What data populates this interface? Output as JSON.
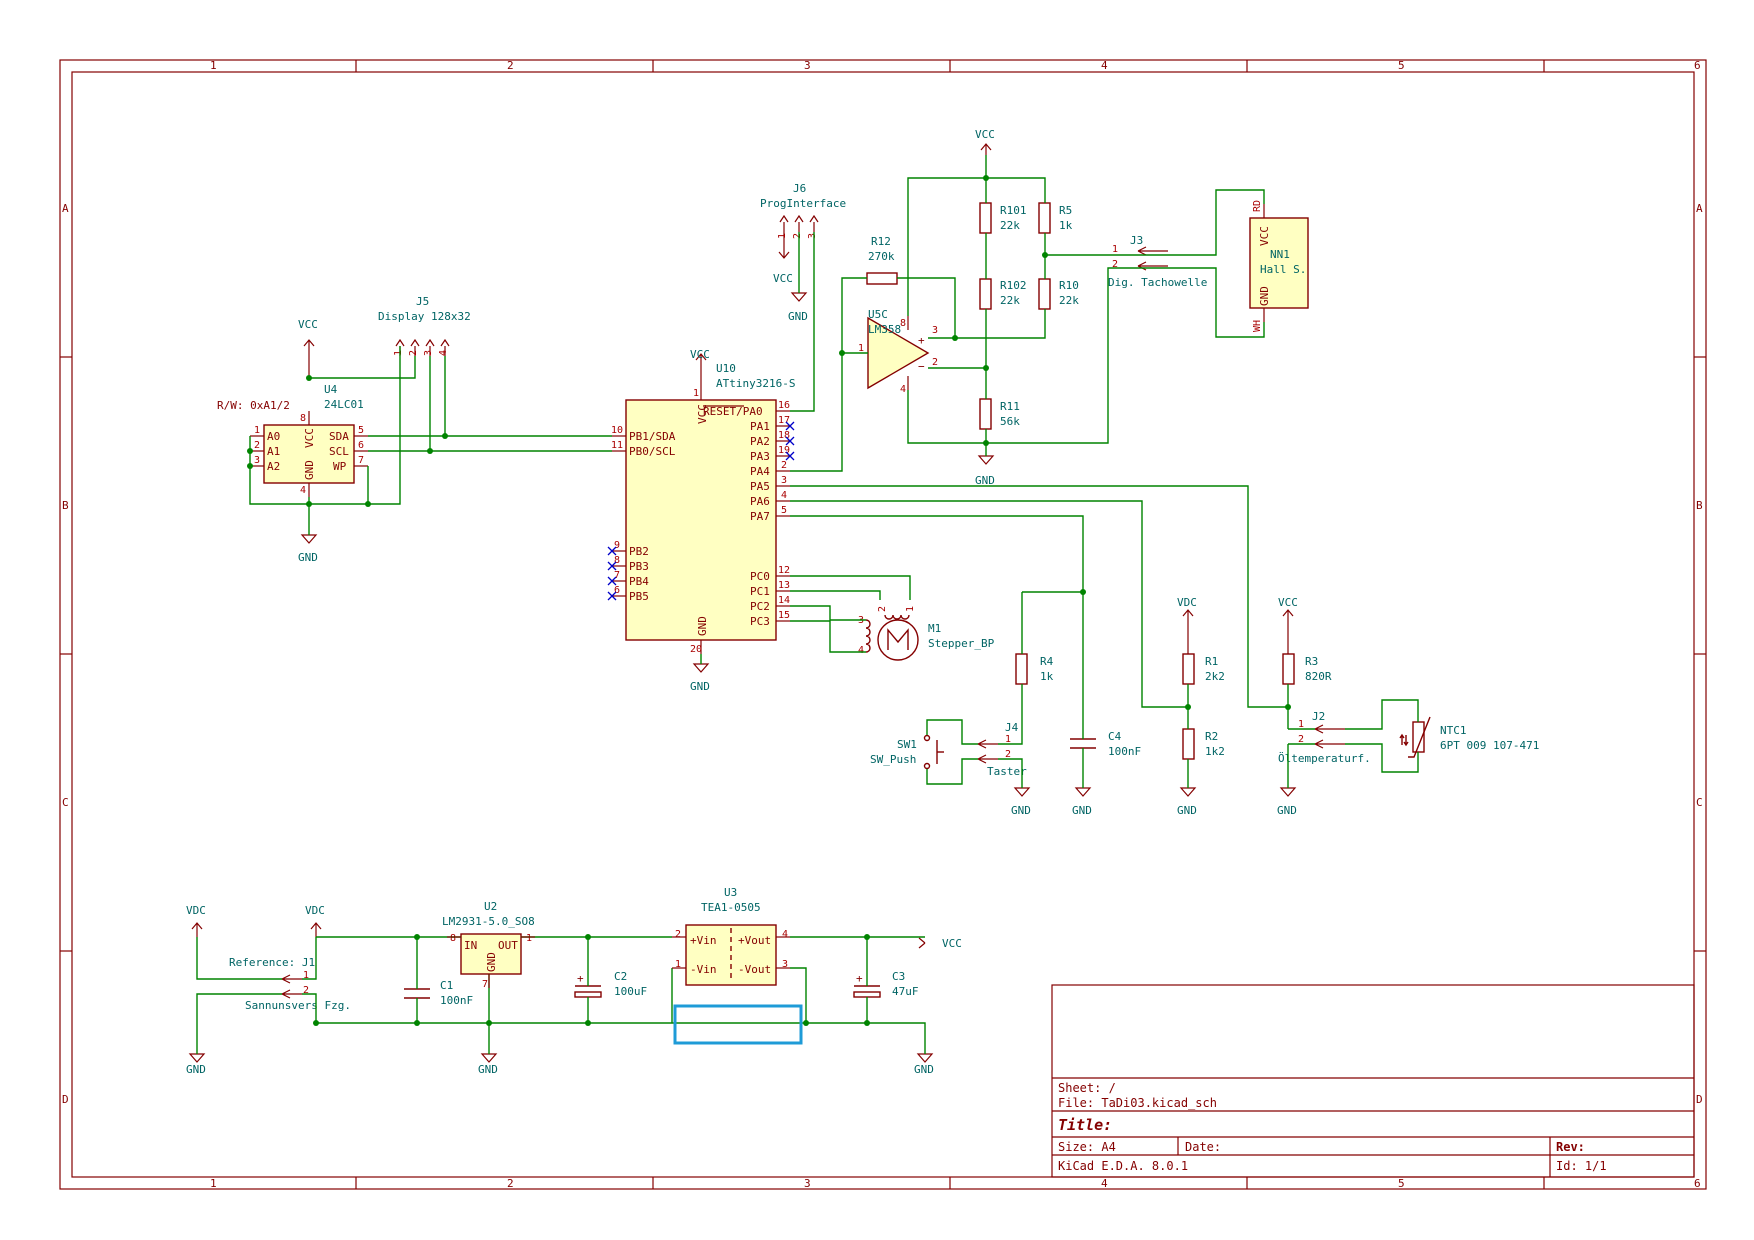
{
  "frame": {
    "columns": [
      "1",
      "2",
      "3",
      "4",
      "5",
      "6"
    ],
    "rows": [
      "A",
      "B",
      "C",
      "D"
    ]
  },
  "title_block": {
    "sheet": "Sheet: /",
    "file": "File: TaDi03.kicad_sch",
    "title": "Title:",
    "size": "Size: A4",
    "date": "Date:",
    "rev": "Rev:",
    "tool": "KiCad E.D.A. 8.0.1",
    "id": "Id: 1/1"
  },
  "labels": {
    "vcc": "VCC",
    "gnd": "GND",
    "vdc": "VDC",
    "r_w": "R/W: 0xA1/2"
  },
  "u4": {
    "ref": "U4",
    "value": "24LC01",
    "pins": {
      "a0": "A0",
      "a1": "A1",
      "a2": "A2",
      "vcc": "VCC",
      "gnd": "GND",
      "sda": "SDA",
      "scl": "SCL",
      "wp": "WP"
    },
    "nums": {
      "a0": "1",
      "a1": "2",
      "a2": "3",
      "vcc": "8",
      "gnd": "4",
      "sda": "5",
      "scl": "6",
      "wp": "7"
    }
  },
  "j5": {
    "ref": "J5",
    "value": "Display 128x32",
    "nums": [
      "1",
      "2",
      "3",
      "4"
    ]
  },
  "j6": {
    "ref": "J6",
    "value": "ProgInterface",
    "nums": [
      "1",
      "2",
      "3"
    ]
  },
  "u10": {
    "ref": "U10",
    "value": "ATtiny3216-S",
    "left_pins": [
      {
        "name": "PB1/SDA",
        "num": "10"
      },
      {
        "name": "PB0/SCL",
        "num": "11"
      },
      {
        "name": "PB2",
        "num": "9"
      },
      {
        "name": "PB3",
        "num": "8"
      },
      {
        "name": "PB4",
        "num": "7"
      },
      {
        "name": "PB5",
        "num": "6"
      }
    ],
    "right_pins": [
      {
        "name": "RESET/PA0",
        "num": "16"
      },
      {
        "name": "PA1",
        "num": "17"
      },
      {
        "name": "PA2",
        "num": "18"
      },
      {
        "name": "PA3",
        "num": "19"
      },
      {
        "name": "PA4",
        "num": "2"
      },
      {
        "name": "PA5",
        "num": "3"
      },
      {
        "name": "PA6",
        "num": "4"
      },
      {
        "name": "PA7",
        "num": "5"
      },
      {
        "name": "PC0",
        "num": "12"
      },
      {
        "name": "PC1",
        "num": "13"
      },
      {
        "name": "PC2",
        "num": "14"
      },
      {
        "name": "PC3",
        "num": "15"
      }
    ],
    "vcc": {
      "name": "VCC",
      "num": "1"
    },
    "gnd": {
      "name": "GND",
      "num": "20"
    }
  },
  "m1": {
    "ref": "M1",
    "value": "Stepper_BP",
    "nums": [
      "1",
      "2",
      "3",
      "4"
    ]
  },
  "r12": {
    "ref": "R12",
    "value": "270k"
  },
  "u5c": {
    "ref": "U5C",
    "value": "LM358",
    "nums": {
      "out": "1",
      "minus": "2",
      "plus": "3",
      "vp": "8",
      "vm": "4"
    }
  },
  "r101": {
    "ref": "R101",
    "value": "22k"
  },
  "r102": {
    "ref": "R102",
    "value": "22k"
  },
  "r5": {
    "ref": "R5",
    "value": "1k"
  },
  "r10": {
    "ref": "R10",
    "value": "22k"
  },
  "r11": {
    "ref": "R11",
    "value": "56k"
  },
  "j3": {
    "ref": "J3",
    "value": "Dig. Tachowelle",
    "nums": [
      "1",
      "2"
    ]
  },
  "nn1": {
    "ref": "NN1",
    "value": "Hall S.",
    "pins": {
      "vcc": "VCC",
      "gnd": "GND",
      "rd": "RD",
      "wh": "WH"
    }
  },
  "r4": {
    "ref": "R4",
    "value": "1k"
  },
  "c4": {
    "ref": "C4",
    "value": "100nF"
  },
  "j4": {
    "ref": "J4",
    "value": "Taster",
    "nums": [
      "1",
      "2"
    ]
  },
  "sw1": {
    "ref": "SW1",
    "value": "SW_Push"
  },
  "r1": {
    "ref": "R1",
    "value": "2k2"
  },
  "r2": {
    "ref": "R2",
    "value": "1k2"
  },
  "r3": {
    "ref": "R3",
    "value": "820R"
  },
  "j2": {
    "ref": "J2",
    "value": "Öltemperaturf.",
    "nums": [
      "1",
      "2"
    ]
  },
  "ntc1": {
    "ref": "NTC1",
    "value": "6PT 009 107-471"
  },
  "j1": {
    "ref": "Reference: J1",
    "value": "Sannunsvers Fzg.",
    "nums": [
      "1",
      "2"
    ]
  },
  "u2": {
    "ref": "U2",
    "value": "LM2931-5.0_SO8",
    "pins": {
      "in": "IN",
      "out": "OUT",
      "gnd": "GND"
    },
    "nums": {
      "in": "8",
      "out": "1",
      "gnd": "7"
    }
  },
  "c1": {
    "ref": "C1",
    "value": "100nF"
  },
  "c2": {
    "ref": "C2",
    "value": "100uF"
  },
  "u3": {
    "ref": "U3",
    "value": "TEA1-0505",
    "pins": {
      "pvin": "+Vin",
      "mvin": "-Vin",
      "pvout": "+Vout",
      "mvout": "-Vout"
    },
    "nums": {
      "pvin": "2",
      "mvin": "1",
      "pvout": "4",
      "mvout": "3"
    }
  },
  "c3": {
    "ref": "C3",
    "value": "47uF"
  },
  "colors": {
    "wire": "#008400",
    "component": "#840000",
    "fill": "#ffffc2",
    "text": "#006464",
    "no_connect": "#0000c8",
    "selection": "#1e9bd7"
  }
}
